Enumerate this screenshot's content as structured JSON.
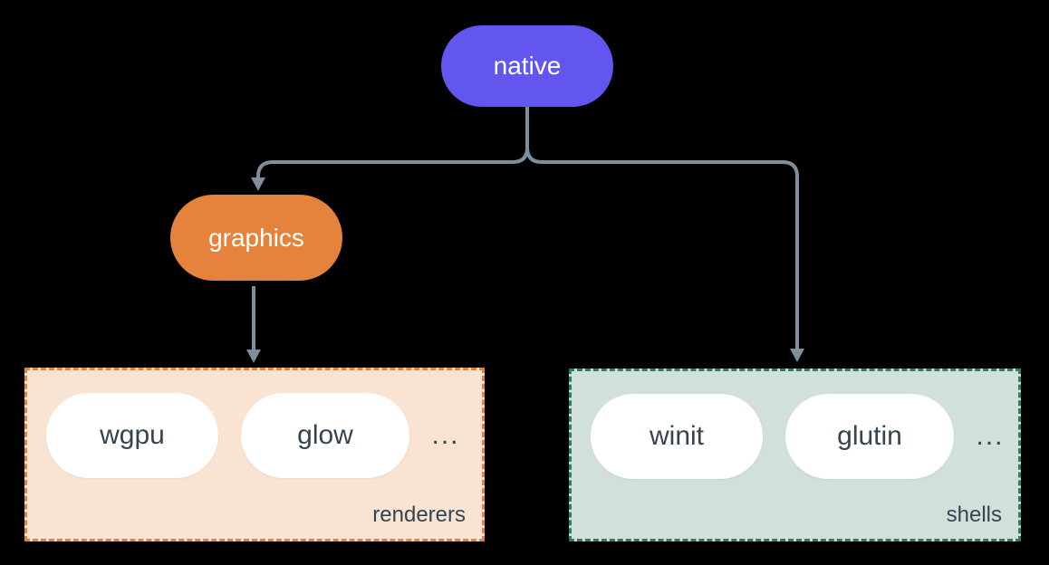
{
  "colors": {
    "background": "#000000",
    "native-fill": "#6356ef",
    "graphics-fill": "#e5833c",
    "node-text": "#ffffff",
    "arrow": "#7d8e9d",
    "renderers-bg": "#f9e4d3",
    "renderers-border": "#e5833c",
    "shells-bg": "#d1e1d9",
    "shells-border": "#2f7d6e",
    "item-bg": "#ffffff",
    "item-text": "#35444f"
  },
  "nodes": {
    "native": {
      "label": "native"
    },
    "graphics": {
      "label": "graphics"
    }
  },
  "groups": {
    "renderers": {
      "label": "renderers",
      "items": [
        "wgpu",
        "glow"
      ],
      "ellipsis": "..."
    },
    "shells": {
      "label": "shells",
      "items": [
        "winit",
        "glutin"
      ],
      "ellipsis": "..."
    }
  },
  "edges": [
    {
      "from": "native",
      "to": "graphics"
    },
    {
      "from": "native",
      "to": "shells"
    },
    {
      "from": "graphics",
      "to": "renderers"
    }
  ]
}
